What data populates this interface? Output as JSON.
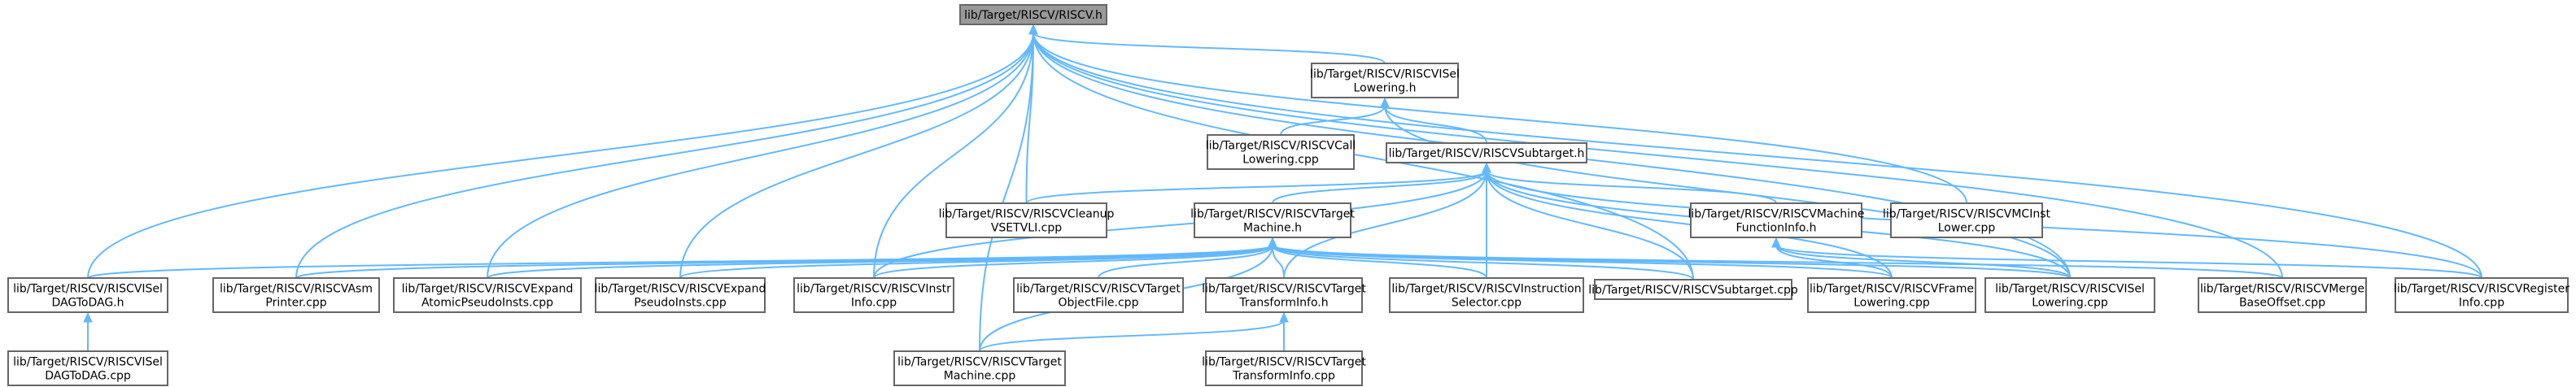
{
  "graph": {
    "nodes": {
      "riscv_h": [
        "lib/Target/RISCV/RISCV.h"
      ],
      "isel_lowering_h": [
        "lib/Target/RISCV/RISCVISel",
        "Lowering.h"
      ],
      "call_lowering": [
        "lib/Target/RISCV/RISCVCall",
        "Lowering.cpp"
      ],
      "subtarget_h": [
        "lib/Target/RISCV/RISCVSubtarget.h"
      ],
      "cleanup_vsetvli": [
        "lib/Target/RISCV/RISCVCleanup",
        "VSETVLI.cpp"
      ],
      "target_machine_h": [
        "lib/Target/RISCV/RISCVTarget",
        "Machine.h"
      ],
      "machine_function_info_h": [
        "lib/Target/RISCV/RISCVMachine",
        "FunctionInfo.h"
      ],
      "mcinst_lower": [
        "lib/Target/RISCV/RISCVMCInst",
        "Lower.cpp"
      ],
      "isel_dagtodag_h": [
        "lib/Target/RISCV/RISCVISel",
        "DAGToDAG.h"
      ],
      "asm_printer": [
        "lib/Target/RISCV/RISCVAsm",
        "Printer.cpp"
      ],
      "expand_atomic": [
        "lib/Target/RISCV/RISCVExpand",
        "AtomicPseudoInsts.cpp"
      ],
      "expand_pseudo": [
        "lib/Target/RISCV/RISCVExpand",
        "PseudoInsts.cpp"
      ],
      "instr_info": [
        "lib/Target/RISCV/RISCVInstr",
        "Info.cpp"
      ],
      "target_object_file": [
        "lib/Target/RISCV/RISCVTarget",
        "ObjectFile.cpp"
      ],
      "target_transform_info_h": [
        "lib/Target/RISCV/RISCVTarget",
        "TransformInfo.h"
      ],
      "instruction_selector": [
        "lib/Target/RISCV/RISCVInstruction",
        "Selector.cpp"
      ],
      "subtarget_cpp": [
        "lib/Target/RISCV/RISCVSubtarget.cpp"
      ],
      "frame_lowering": [
        "lib/Target/RISCV/RISCVFrame",
        "Lowering.cpp"
      ],
      "isel_lowering_cpp": [
        "lib/Target/RISCV/RISCVISel",
        "Lowering.cpp"
      ],
      "merge_base_offset": [
        "lib/Target/RISCV/RISCVMerge",
        "BaseOffset.cpp"
      ],
      "register_info": [
        "lib/Target/RISCV/RISCVRegister",
        "Info.cpp"
      ],
      "isel_dagtodag_cpp": [
        "lib/Target/RISCV/RISCVISel",
        "DAGToDAG.cpp"
      ],
      "target_machine_cpp": [
        "lib/Target/RISCV/RISCVTarget",
        "Machine.cpp"
      ],
      "target_transform_info_cpp": [
        "lib/Target/RISCV/RISCVTarget",
        "TransformInfo.cpp"
      ]
    },
    "edges": [
      [
        "isel_lowering_h",
        "riscv_h"
      ],
      [
        "cleanup_vsetvli",
        "riscv_h"
      ],
      [
        "isel_dagtodag_h",
        "riscv_h"
      ],
      [
        "asm_printer",
        "riscv_h"
      ],
      [
        "expand_atomic",
        "riscv_h"
      ],
      [
        "expand_pseudo",
        "riscv_h"
      ],
      [
        "instr_info",
        "riscv_h"
      ],
      [
        "target_machine_cpp",
        "riscv_h"
      ],
      [
        "subtarget_cpp",
        "riscv_h"
      ],
      [
        "isel_lowering_cpp",
        "riscv_h"
      ],
      [
        "mcinst_lower",
        "riscv_h"
      ],
      [
        "merge_base_offset",
        "riscv_h"
      ],
      [
        "register_info",
        "riscv_h"
      ],
      [
        "call_lowering",
        "isel_lowering_h"
      ],
      [
        "subtarget_h",
        "isel_lowering_h"
      ],
      [
        "isel_lowering_cpp",
        "isel_lowering_h"
      ],
      [
        "cleanup_vsetvli",
        "subtarget_h"
      ],
      [
        "target_machine_h",
        "subtarget_h"
      ],
      [
        "machine_function_info_h",
        "subtarget_h"
      ],
      [
        "instr_info",
        "subtarget_h"
      ],
      [
        "target_transform_info_h",
        "subtarget_h"
      ],
      [
        "instruction_selector",
        "subtarget_h"
      ],
      [
        "subtarget_cpp",
        "subtarget_h"
      ],
      [
        "frame_lowering",
        "subtarget_h"
      ],
      [
        "isel_lowering_cpp",
        "subtarget_h"
      ],
      [
        "register_info",
        "subtarget_h"
      ],
      [
        "isel_dagtodag_h",
        "target_machine_h"
      ],
      [
        "asm_printer",
        "target_machine_h"
      ],
      [
        "expand_atomic",
        "target_machine_h"
      ],
      [
        "expand_pseudo",
        "target_machine_h"
      ],
      [
        "instr_info",
        "target_machine_h"
      ],
      [
        "target_object_file",
        "target_machine_h"
      ],
      [
        "target_transform_info_h",
        "target_machine_h"
      ],
      [
        "instruction_selector",
        "target_machine_h"
      ],
      [
        "subtarget_cpp",
        "target_machine_h"
      ],
      [
        "frame_lowering",
        "target_machine_h"
      ],
      [
        "isel_lowering_cpp",
        "target_machine_h"
      ],
      [
        "merge_base_offset",
        "target_machine_h"
      ],
      [
        "target_machine_cpp",
        "target_machine_h"
      ],
      [
        "frame_lowering",
        "machine_function_info_h"
      ],
      [
        "isel_lowering_cpp",
        "machine_function_info_h"
      ],
      [
        "register_info",
        "machine_function_info_h"
      ],
      [
        "isel_dagtodag_cpp",
        "isel_dagtodag_h"
      ],
      [
        "target_machine_cpp",
        "target_transform_info_h"
      ],
      [
        "target_transform_info_cpp",
        "target_transform_info_h"
      ]
    ]
  }
}
